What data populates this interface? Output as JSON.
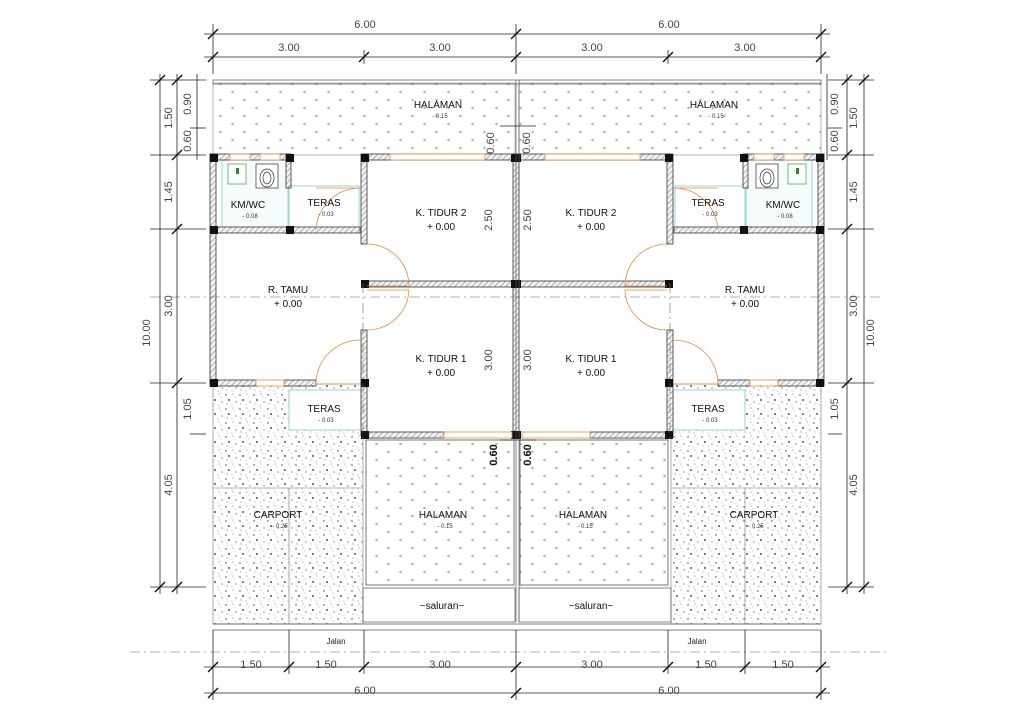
{
  "rooms": {
    "halaman_top_left": {
      "name": "HALAMAN",
      "level": "- 0.15"
    },
    "halaman_top_right": {
      "name": "HALAMAN",
      "level": "- 0.15"
    },
    "kmwc_left": {
      "name": "KM/WC",
      "level": "- 0.08"
    },
    "kmwc_right": {
      "name": "KM/WC",
      "level": "- 0.08"
    },
    "teras_top_left": {
      "name": "TERAS",
      "level": "- 0.03"
    },
    "teras_top_right": {
      "name": "TERAS",
      "level": "- 0.03"
    },
    "tidur2_left": {
      "name": "K. TIDUR 2",
      "level": "+ 0.00"
    },
    "tidur2_right": {
      "name": "K. TIDUR 2",
      "level": "+ 0.00"
    },
    "tamu_left": {
      "name": "R. TAMU",
      "level": "+ 0.00"
    },
    "tamu_right": {
      "name": "R. TAMU",
      "level": "+ 0.00"
    },
    "tidur1_left": {
      "name": "K. TIDUR 1",
      "level": "+ 0.00"
    },
    "tidur1_right": {
      "name": "K. TIDUR 1",
      "level": "+ 0.00"
    },
    "teras_bot_left": {
      "name": "TERAS",
      "level": "- 0.03"
    },
    "teras_bot_right": {
      "name": "TERAS",
      "level": "- 0.03"
    },
    "carport_left": {
      "name": "CARPORT",
      "level": "- 0.25"
    },
    "carport_right": {
      "name": "CARPORT",
      "level": "- 0.25"
    },
    "halaman_bot_left": {
      "name": "HALAMAN",
      "level": "- 0.15"
    },
    "halaman_bot_right": {
      "name": "HALAMAN",
      "level": "- 0.15"
    }
  },
  "labels": {
    "saluran_left": "~saluran~",
    "saluran_right": "~saluran~",
    "jalan_left": "Jalan",
    "jalan_right": "Jalan"
  },
  "dimensions": {
    "top_total_left": "6.00",
    "top_total_right": "6.00",
    "top_parts": [
      "3.00",
      "3.00",
      "3.00",
      "3.00"
    ],
    "bottom_parts": [
      "1.50",
      "1.50",
      "3.00",
      "3.00",
      "1.50",
      "1.50"
    ],
    "bottom_total_left": "6.00",
    "bottom_total_right": "6.00",
    "left_outer_total": "10.00",
    "left_outer_parts": [
      "1.50",
      "1.45",
      "3.00",
      "4.05"
    ],
    "left_inner_parts": [
      "0.90",
      "0.60",
      "1.05"
    ],
    "right_outer_total": "10.00",
    "right_outer_parts": [
      "1.50",
      "1.45",
      "3.00",
      "4.05"
    ],
    "right_inner_parts": [
      "0.90",
      "0.60",
      "1.05"
    ],
    "center_parts": [
      "0.60",
      "0.60",
      "2.50",
      "2.50",
      "3.00",
      "3.00",
      "0.60",
      "0.60"
    ]
  }
}
